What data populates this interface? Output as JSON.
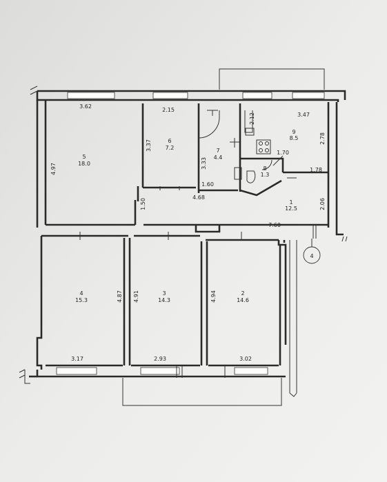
{
  "rooms": [
    {
      "id": "1",
      "number": "1",
      "area": "12.5"
    },
    {
      "id": "2",
      "number": "2",
      "area": "14.6"
    },
    {
      "id": "3",
      "number": "3",
      "area": "14.3"
    },
    {
      "id": "4",
      "number": "4",
      "area": "15.3"
    },
    {
      "id": "5",
      "number": "5",
      "area": "18.0"
    },
    {
      "id": "6",
      "number": "6",
      "area": "7.2"
    },
    {
      "id": "7",
      "number": "7",
      "area": "4.4"
    },
    {
      "id": "8",
      "number": "8",
      "area": "1.3"
    },
    {
      "id": "9",
      "number": "9",
      "area": "8.5"
    }
  ],
  "dimensions": [
    "3.62",
    "2.15",
    "2.12",
    "3.47",
    "4.97",
    "3.37",
    "3.33",
    "2.78",
    "1.70",
    "1.78",
    "1.60",
    "4.68",
    "1.50",
    "2.06",
    "7.60",
    "4.87",
    "4.91",
    "4.94",
    "3.17",
    "2.93",
    "3.02"
  ],
  "axis_marker": "4"
}
